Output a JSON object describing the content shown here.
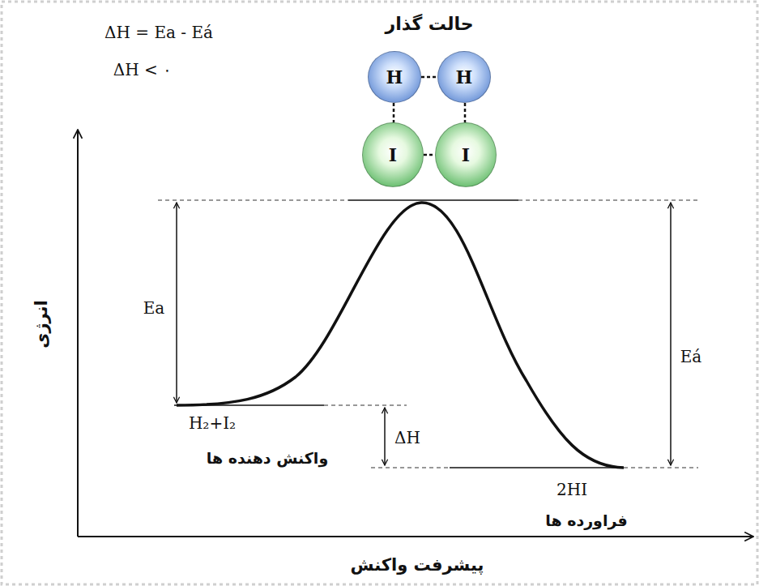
{
  "diagram": {
    "nodes": [
      {
        "text": [
          "H"
        ]
      },
      {
        "text": [
          "H"
        ]
      },
      {
        "text": [
          "I"
        ]
      },
      {
        "text": [
          "I"
        ]
      }
    ],
    "edges": [
      {
        "from": 0,
        "to": 1,
        "arrow": "none"
      },
      {
        "from": 2,
        "to": 3,
        "arrow": "none"
      },
      {
        "from": 0,
        "to": 2,
        "arrow": "none"
      },
      {
        "from": 1,
        "to": 3,
        "arrow": "none"
      }
    ],
    "labels": [
      "ΔH = Ea - Eá",
      "ΔH < ۰",
      "حالت گذار",
      "Ea",
      "Eá",
      "ΔH",
      "H₂+I₂",
      "واکنش دهنده ها",
      "2HI",
      "فراورده ها",
      "انرژی",
      "پیشرفت واکنش"
    ]
  }
}
